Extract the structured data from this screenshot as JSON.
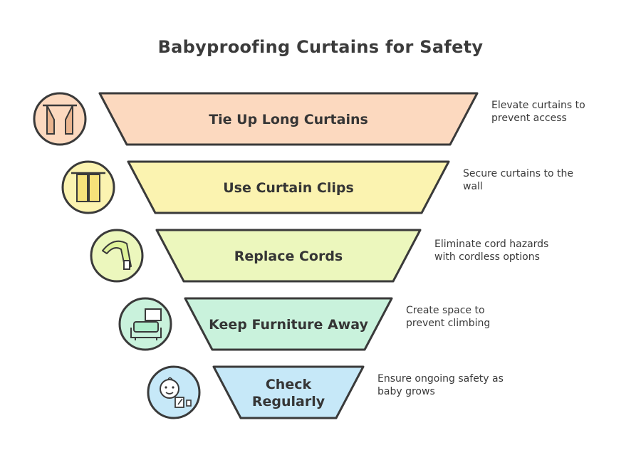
{
  "title": "Babyproofing Curtains for Safety",
  "steps": [
    {
      "label": "Tie Up Long Curtains",
      "description": "Elevate curtains to prevent access",
      "icon": "tied-curtains-icon",
      "color": "#fcd9bf",
      "accent": "#f9c9a4"
    },
    {
      "label": "Use Curtain Clips",
      "description": "Secure curtains to the wall",
      "icon": "curtain-rod-icon",
      "color": "#fbf3b0",
      "accent": "#f8ec8a"
    },
    {
      "label": "Replace Cords",
      "description": "Eliminate cord hazards with cordless options",
      "icon": "cord-icon",
      "color": "#ecf7bd",
      "accent": "#dff29a"
    },
    {
      "label": "Keep Furniture Away",
      "description": "Create space to prevent climbing",
      "icon": "sofa-window-icon",
      "color": "#c9f2dc",
      "accent": "#aeeccb"
    },
    {
      "label": "Check Regularly",
      "description": "Ensure ongoing safety as baby grows",
      "icon": "baby-face-icon",
      "color": "#c6e8f8",
      "accent": "#a9ddf5"
    }
  ]
}
